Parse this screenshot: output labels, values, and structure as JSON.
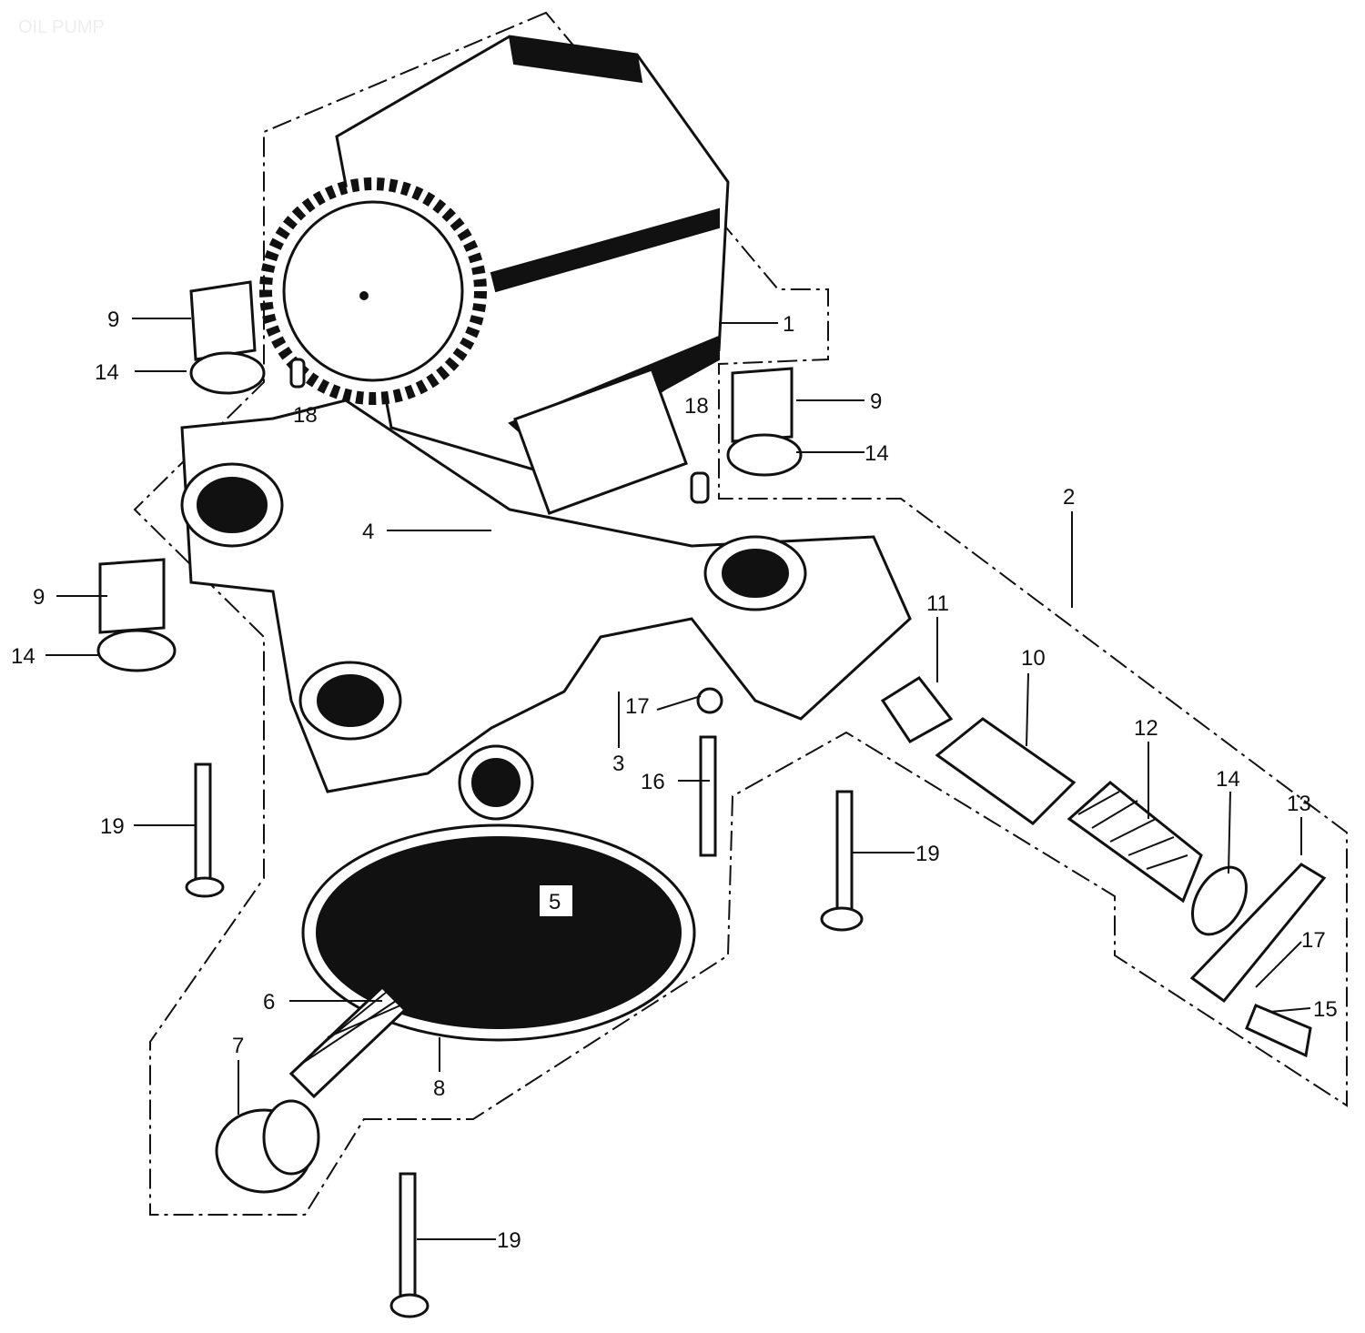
{
  "title": "OIL PUMP",
  "labels": {
    "l1": "1",
    "l2": "2",
    "l3": "3",
    "l4": "4",
    "l5": "5",
    "l6": "6",
    "l7": "7",
    "l8": "8",
    "l9a": "9",
    "l9b": "9",
    "l9c": "9",
    "l10": "10",
    "l11": "11",
    "l12": "12",
    "l13": "13",
    "l14a": "14",
    "l14b": "14",
    "l14c": "14",
    "l14d": "14",
    "l15": "15",
    "l16": "16",
    "l17a": "17",
    "l17b": "17",
    "l18a": "18",
    "l18b": "18",
    "l19a": "19",
    "l19b": "19",
    "l19c": "19"
  }
}
